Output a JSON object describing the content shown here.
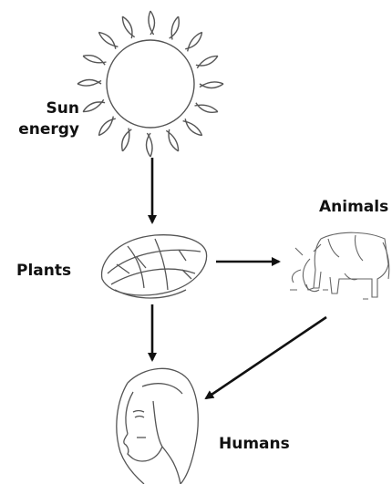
{
  "labels": {
    "sun_line1": "Sun",
    "sun_line2": "energy",
    "plants": "Plants",
    "animals": "Animals",
    "humans": "Humans"
  },
  "colors": {
    "ink": "#111111",
    "outline": "#555555",
    "background": "#ffffff"
  },
  "icons": [
    "sun-icon",
    "plant-leaf-icon",
    "cow-icon",
    "human-face-icon"
  ]
}
